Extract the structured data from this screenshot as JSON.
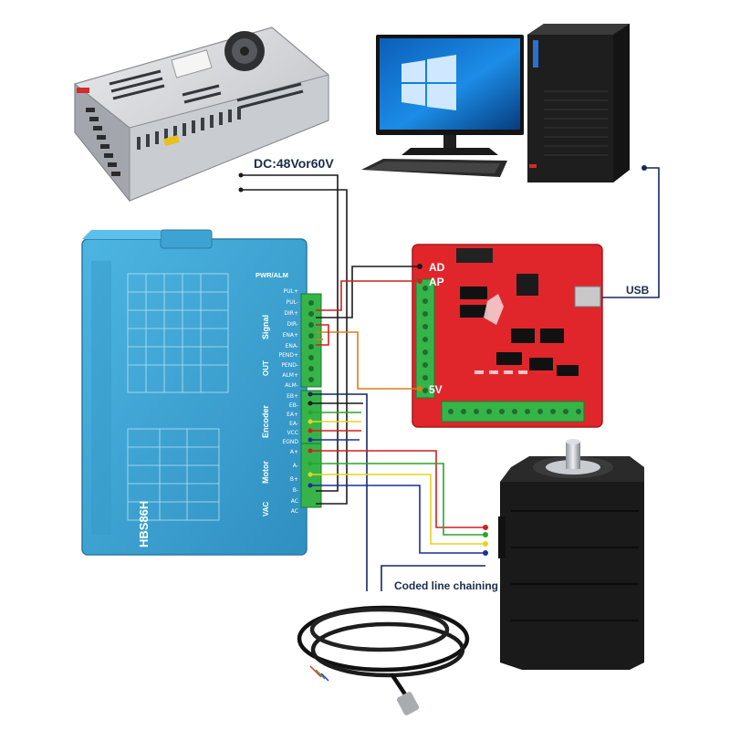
{
  "labels": {
    "dc_supply": "DC:48Vor60V",
    "ad": "AD",
    "ap": "AP",
    "v5": "5V",
    "usb": "USB",
    "coded_line": "Coded line chaining"
  },
  "driver": {
    "model": "HBS86H",
    "pwr_alm": "PWR/ALM",
    "signal_group": "Signal",
    "signal_terms": [
      "PUL+",
      "PUL-",
      "DIR+",
      "DIR-",
      "ENA+",
      "ENA-"
    ],
    "out_group": "OUT",
    "out_terms": [
      "PEND+",
      "PEND-",
      "ALM+",
      "ALM-"
    ],
    "encoder_group": "Encoder",
    "encoder_terms": [
      "EB+",
      "EB-",
      "EA+",
      "EA-",
      "VCC",
      "EGND"
    ],
    "motor_group": "Motor",
    "motor_terms": [
      "A+",
      "A-",
      "B+",
      "B-"
    ],
    "vac_group": "VAC",
    "vac_terms": [
      "AC",
      "AC"
    ]
  },
  "colors": {
    "wire_black": "#1a1a1a",
    "wire_red": "#d21f1f",
    "wire_orange": "#e07b16",
    "wire_green": "#2aa52a",
    "wire_yellow": "#e8d41b",
    "wire_blue": "#1c2f9c",
    "wire_navy": "#17275e",
    "driver_body": "#3ea9d8",
    "board_red": "#e0262b",
    "terminal_green": "#36b44a"
  }
}
